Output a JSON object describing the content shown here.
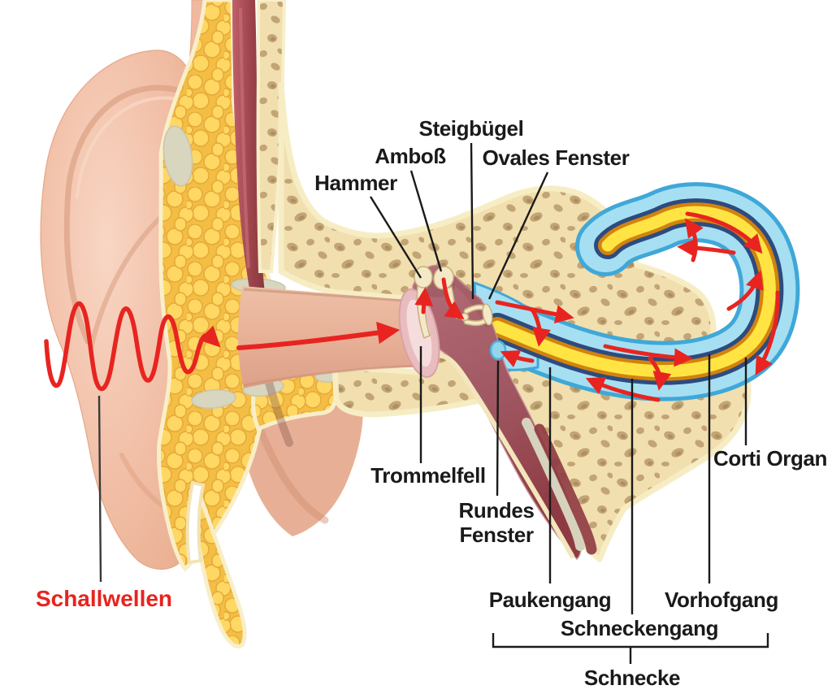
{
  "figure": {
    "labels": {
      "hammer": "Hammer",
      "amboss": "Amboß",
      "steigbuegel": "Steigbügel",
      "ovales_fenster": "Ovales Fenster",
      "trommelfell": "Trommelfell",
      "rundes_fenster": {
        "line1": "Rundes",
        "line2": "Fenster"
      },
      "corti_organ": "Corti Organ",
      "paukengang": "Paukengang",
      "schneckengang": "Schneckengang",
      "vorhofgang": "Vorhofgang",
      "schnecke": "Schnecke",
      "schallwellen": "Schallwellen"
    },
    "colors": {
      "label_text": "#1a1a1a",
      "sound_wave_red": "#e8231e",
      "arrow_red": "#e82420",
      "perilymph_light_blue": "#a6dff2",
      "cochlea_blue_border": "#3fa8d8",
      "duct_yellow": "#ffe443",
      "duct_orange": "#d2830e",
      "duct_navy": "#2d4b7e",
      "bone_tan": "#f1dfaf",
      "bone_spot": "#c2a475",
      "fat_yellow": "#f3be43",
      "fat_bubble": "#ffd763",
      "muscle_dark_red": "#9a4149",
      "middle_ear_mauve": "#ac6470",
      "skin": "#f0bda6",
      "eardrum_pink": "#f2cdce",
      "ossicle_cream": "#f4e9c6",
      "round_window_blue": "#93d6ec"
    }
  }
}
